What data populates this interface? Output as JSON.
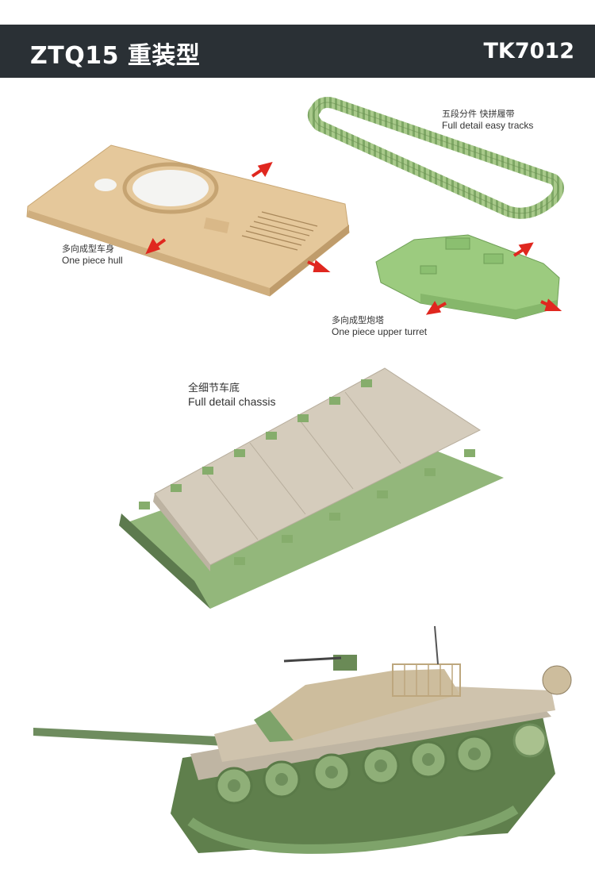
{
  "header": {
    "title": "ZTQ15 重装型",
    "code": "TK7012"
  },
  "labels": {
    "tracks": {
      "cn": "五段分件 快拼履带",
      "en": "Full detail easy tracks"
    },
    "hull": {
      "cn": "多向成型车身",
      "en": "One piece hull"
    },
    "turret": {
      "cn": "多向成型炮塔",
      "en": "One piece upper turret"
    },
    "chassis": {
      "cn": "全细节车底",
      "en": "Full detail chassis"
    }
  },
  "colors": {
    "header_bg": "#2a3035",
    "hull_sand": "#e5c89b",
    "turret_green": "#9ccb7f",
    "chassis_green": "#93b77b",
    "chassis_grey": "#d5ccbc",
    "arrow_red": "#e0271f"
  }
}
